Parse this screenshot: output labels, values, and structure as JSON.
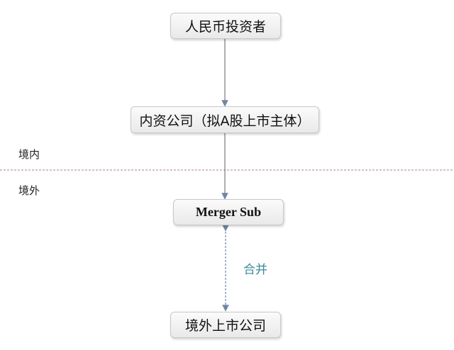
{
  "nodes": {
    "investor": "人民币投资者",
    "domestic_company": "内资公司（拟A股上市主体）",
    "merger_sub": "Merger Sub",
    "offshore_listed": "境外上市公司"
  },
  "regions": {
    "domestic": "境内",
    "offshore": "境外"
  },
  "edge_label": "合并",
  "colors": {
    "arrow": "#6f86a6",
    "divider": "#b08080",
    "edge_label": "#3a8a9a"
  }
}
